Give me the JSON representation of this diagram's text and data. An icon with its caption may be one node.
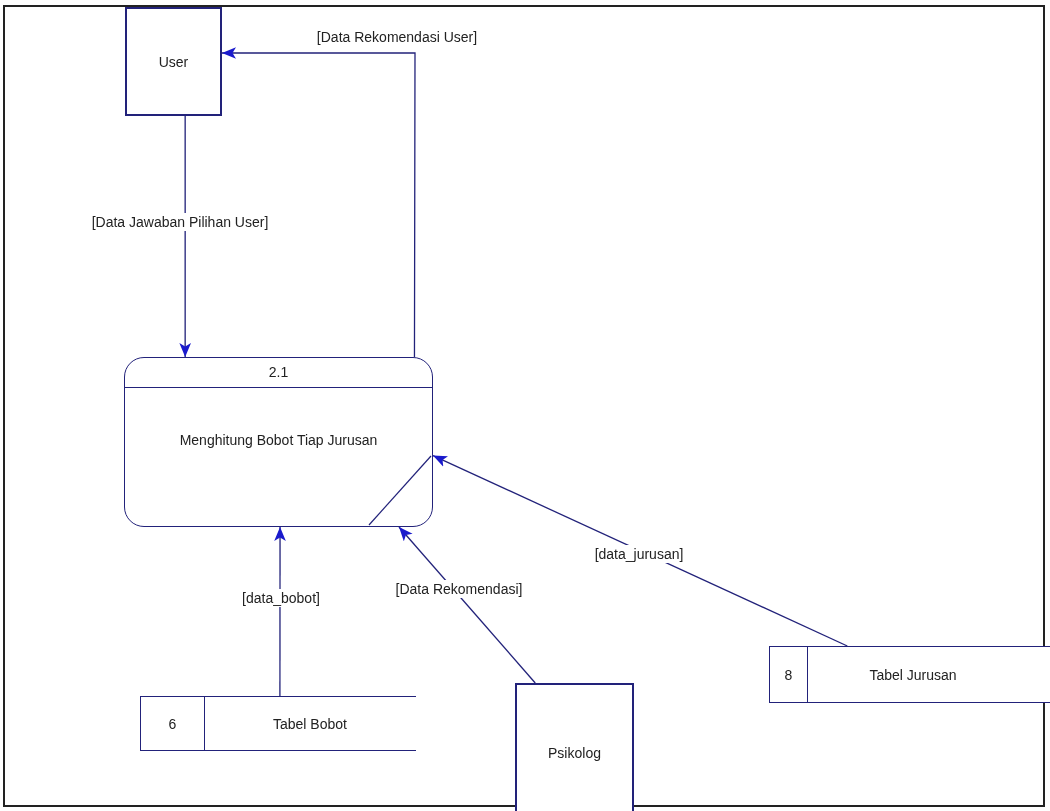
{
  "diagram": {
    "nodes": [
      {
        "text": [
          "User"
        ]
      },
      {
        "text": [
          "2.1",
          "Menghitung Bobot Tiap Jurusan"
        ]
      },
      {
        "text": [
          "6",
          "Tabel Bobot"
        ]
      },
      {
        "text": [
          "Psikolog"
        ]
      },
      {
        "text": [
          "8",
          "Tabel Jurusan"
        ]
      }
    ],
    "edges": [
      {
        "from": 0,
        "to": 1,
        "arrow": "to",
        "label": "[Data Jawaban Pilihan User]"
      },
      {
        "from": 1,
        "to": 0,
        "arrow": "to",
        "label": "[Data Rekomendasi User]"
      },
      {
        "from": 2,
        "to": 1,
        "arrow": "to",
        "label": "[data_bobot]"
      },
      {
        "from": 3,
        "to": 1,
        "arrow": "to",
        "label": "[Data Rekomendasi]"
      },
      {
        "from": 4,
        "to": 1,
        "arrow": "to",
        "label": "[data_jurusan]"
      }
    ]
  }
}
